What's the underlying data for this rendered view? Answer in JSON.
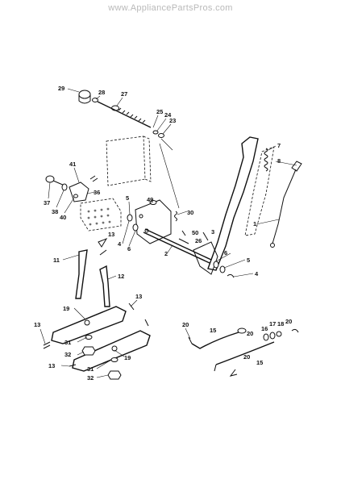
{
  "watermark": "www.AppliancePartsPros.com",
  "callouts": [
    {
      "id": "c29a",
      "text": "29"
    },
    {
      "id": "c28a",
      "text": "28"
    },
    {
      "id": "c27a",
      "text": "27"
    },
    {
      "id": "c25a",
      "text": "25"
    },
    {
      "id": "c24a",
      "text": "24"
    },
    {
      "id": "c23a",
      "text": "23"
    },
    {
      "id": "c7a",
      "text": "7"
    },
    {
      "id": "c8a",
      "text": "8"
    },
    {
      "id": "c41a",
      "text": "41"
    },
    {
      "id": "c37a",
      "text": "37"
    },
    {
      "id": "c38a",
      "text": "38"
    },
    {
      "id": "c40a",
      "text": "40"
    },
    {
      "id": "c36a",
      "text": "36"
    },
    {
      "id": "c5a",
      "text": "5"
    },
    {
      "id": "c49a",
      "text": "49"
    },
    {
      "id": "c30a",
      "text": "30"
    },
    {
      "id": "c1a",
      "text": "1"
    },
    {
      "id": "c3a",
      "text": "3"
    },
    {
      "id": "c50a",
      "text": "50"
    },
    {
      "id": "c26a",
      "text": "26"
    },
    {
      "id": "c13a",
      "text": "13"
    },
    {
      "id": "c4a",
      "text": "4"
    },
    {
      "id": "c6a",
      "text": "6"
    },
    {
      "id": "c2a",
      "text": "2"
    },
    {
      "id": "c6b",
      "text": "6"
    },
    {
      "id": "c5b",
      "text": "5"
    },
    {
      "id": "c4b",
      "text": "4"
    },
    {
      "id": "c11a",
      "text": "11"
    },
    {
      "id": "c12a",
      "text": "12"
    },
    {
      "id": "c13b",
      "text": "13"
    },
    {
      "id": "c19a",
      "text": "19"
    },
    {
      "id": "c13c",
      "text": "13"
    },
    {
      "id": "c31a",
      "text": "31"
    },
    {
      "id": "c32a",
      "text": "32"
    },
    {
      "id": "c19b",
      "text": "19"
    },
    {
      "id": "c13d",
      "text": "13"
    },
    {
      "id": "c31b",
      "text": "31"
    },
    {
      "id": "c32b",
      "text": "32"
    },
    {
      "id": "c20a",
      "text": "20"
    },
    {
      "id": "c15a",
      "text": "15"
    },
    {
      "id": "c20b",
      "text": "20"
    },
    {
      "id": "c16a",
      "text": "16"
    },
    {
      "id": "c17a",
      "text": "17"
    },
    {
      "id": "c18a",
      "text": "18"
    },
    {
      "id": "c20c",
      "text": "20"
    },
    {
      "id": "c20d",
      "text": "20"
    },
    {
      "id": "c15b",
      "text": "15"
    }
  ]
}
